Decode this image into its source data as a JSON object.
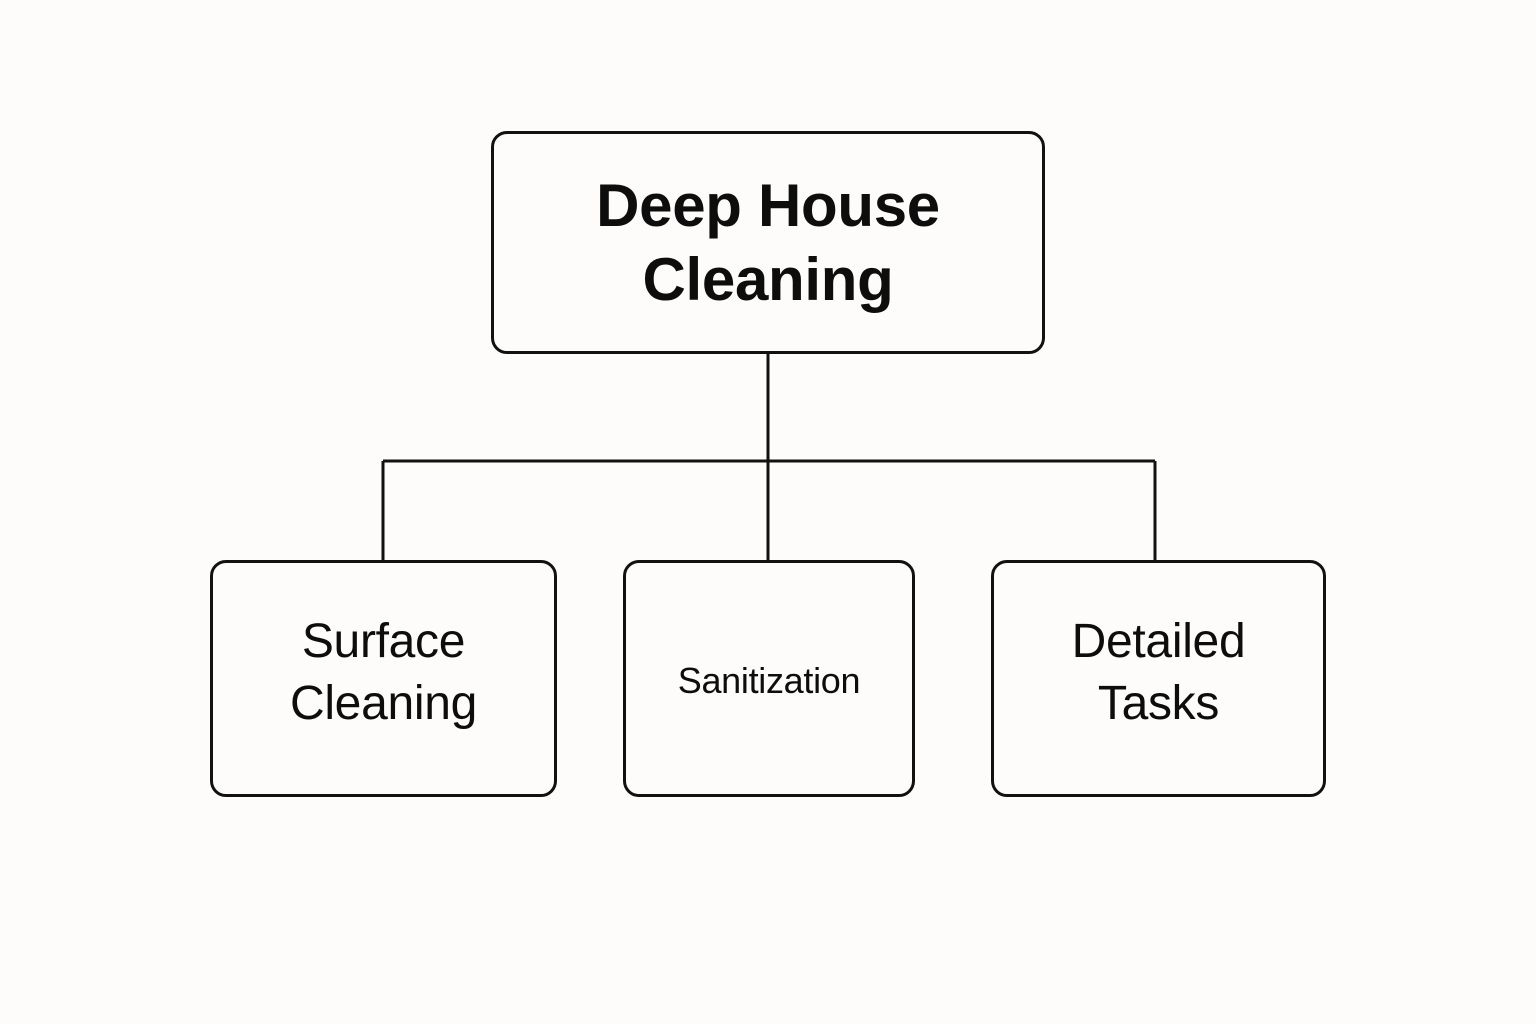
{
  "diagram": {
    "type": "hierarchy-tree",
    "background_color": "#fdfcfa",
    "stroke_color": "#111111",
    "text_color": "#0d0d0d",
    "root": {
      "id": "root",
      "label": "Deep House\nCleaning",
      "label_plain": "Deep House Cleaning",
      "emphasis": "bold"
    },
    "children": [
      {
        "id": "surface-cleaning",
        "label": "Surface\nCleaning",
        "label_plain": "Surface Cleaning",
        "emphasis": "regular"
      },
      {
        "id": "sanitization",
        "label": "Sanitization",
        "label_plain": "Sanitization",
        "emphasis": "regular"
      },
      {
        "id": "detailed-tasks",
        "label": "Detailed\nTasks",
        "label_plain": "Detailed Tasks",
        "emphasis": "regular"
      }
    ],
    "edges": [
      {
        "from": "root",
        "to": "surface-cleaning"
      },
      {
        "from": "root",
        "to": "sanitization"
      },
      {
        "from": "root",
        "to": "detailed-tasks"
      }
    ]
  }
}
